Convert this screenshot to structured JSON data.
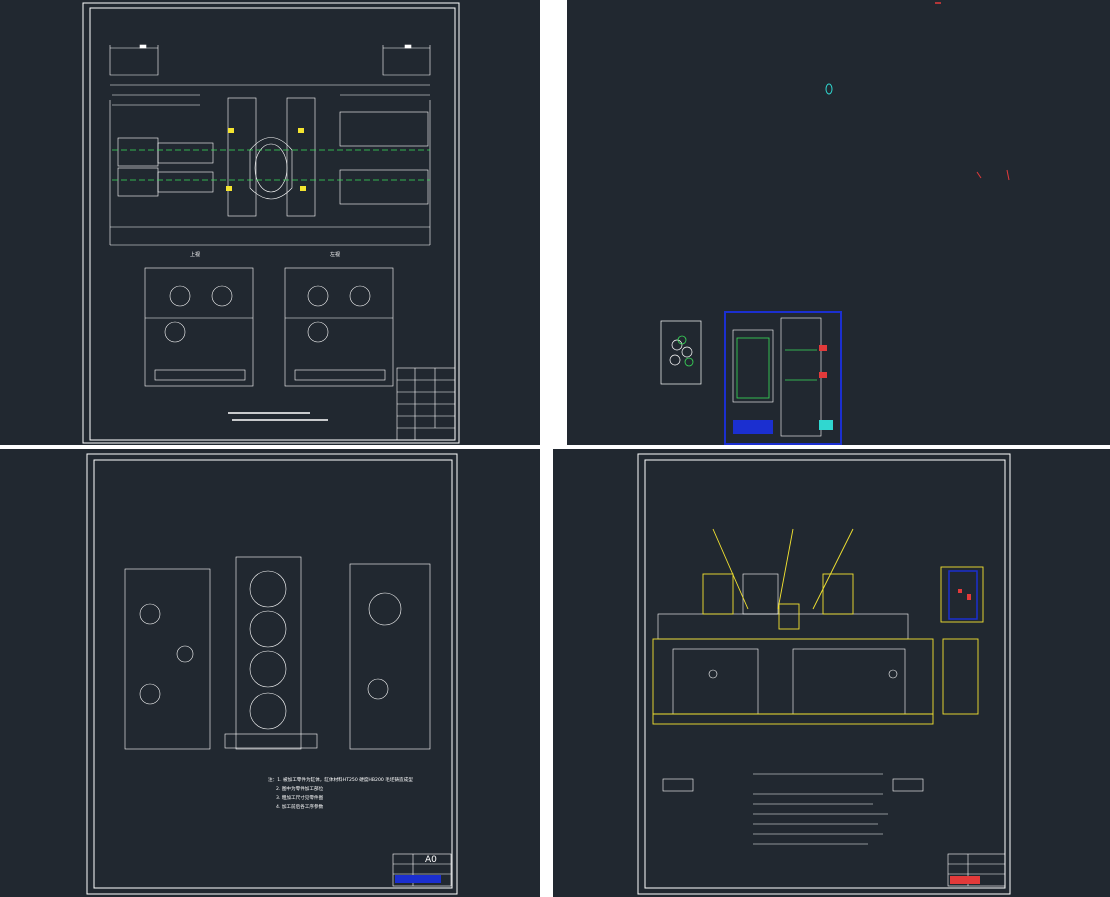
{
  "sheets": [
    {
      "id": "sheet-1",
      "description_texts": {
        "left_view": "上视",
        "right_view": "左视"
      }
    },
    {
      "id": "sheet-2"
    },
    {
      "id": "sheet-3",
      "notes": [
        "注：1. 被加工零件为缸体，缸体材料HT250 硬度HB200 毛坯铸造成型",
        "2. 图中为零件加工部位",
        "3. 粗加工尺寸见零件图",
        "4. 加工前后各工序参数"
      ],
      "title_block_label": "A0"
    },
    {
      "id": "sheet-4"
    }
  ],
  "colors": {
    "background": "#212830",
    "line": "#ffffff",
    "accent_yellow": "#f4e430",
    "accent_green": "#3adf5a",
    "accent_blue": "#1b2fd0",
    "accent_red": "#e23a3a",
    "accent_cyan": "#30d7d0"
  }
}
